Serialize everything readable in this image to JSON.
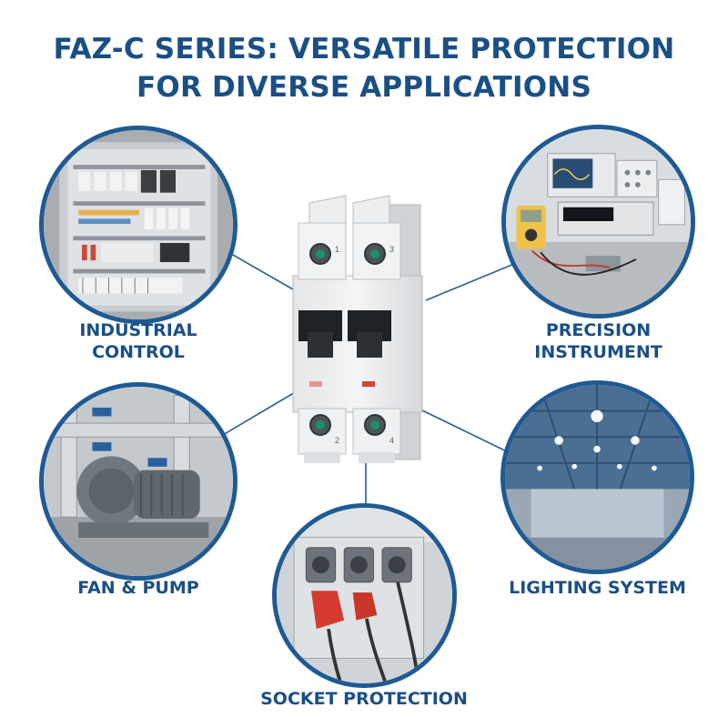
{
  "title": {
    "line1": "FAZ-C SERIES: VERSATILE PROTECTION",
    "line2": "FOR DIVERSE APPLICATIONS"
  },
  "applications": {
    "industrial": {
      "line1": "INDUSTRIAL",
      "line2": "CONTROL"
    },
    "precision": {
      "line1": "PRECISION",
      "line2": "INSTRUMENT"
    },
    "fan_pump": {
      "label": "FAN & PUMP"
    },
    "lighting": {
      "label": "LIGHTING SYSTEM"
    },
    "socket": {
      "label": "SOCKET PROTECTION"
    }
  },
  "breaker": {
    "terminal_labels": [
      "1",
      "3",
      "2",
      "4"
    ]
  },
  "colors": {
    "brand_blue": "#1a4f86",
    "ring_blue": "#1f5a93",
    "connector": "#2b5f95"
  }
}
